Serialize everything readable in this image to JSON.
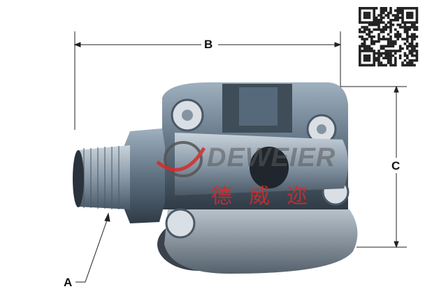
{
  "dimensions": {
    "a_label": "A",
    "b_label": "B",
    "c_label": "C"
  },
  "watermark": {
    "brand": "DEWEIER",
    "chinese": "德威迩"
  },
  "colors": {
    "body": "#6f8496",
    "dark": "#3c4a57",
    "red": "#d42b2b"
  }
}
